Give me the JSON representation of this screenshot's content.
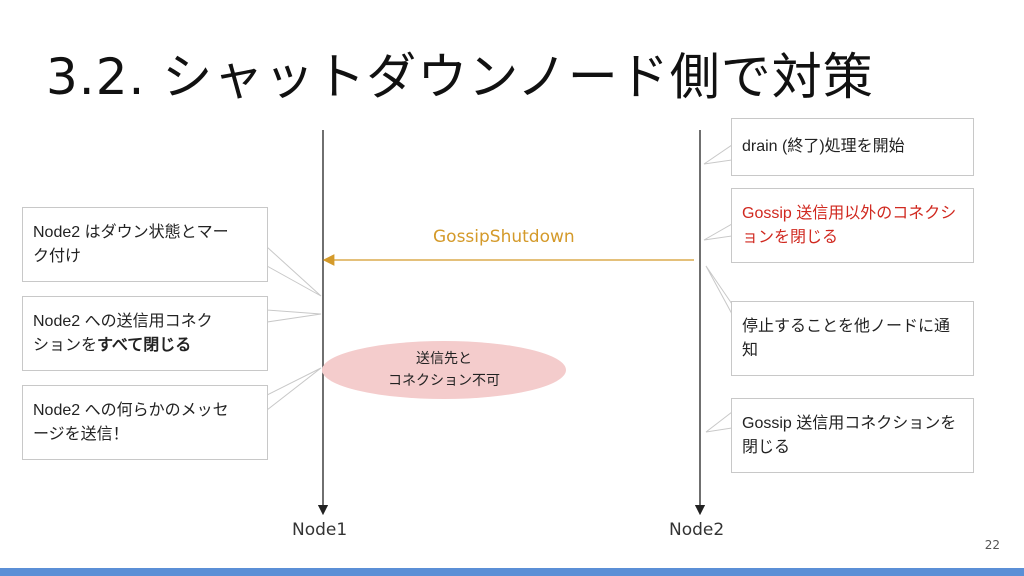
{
  "title": "3.2. シャットダウンノード側で対策",
  "nodes": {
    "node1": "Node1",
    "node2": "Node2"
  },
  "message": {
    "label": "GossipShutdown",
    "color": "#d49a2a"
  },
  "error_bubble": {
    "line1": "送信先と",
    "line2": "コネクション不可",
    "color": "#f4cccc"
  },
  "left_notes": [
    {
      "text": "Node2 はダウン状態とマーク付け"
    },
    {
      "text_normal": "Node2 への送信用コネク\nションを",
      "text_bold": "すべて閉じる"
    },
    {
      "text": "Node2 への何らかのメッセージを送信！"
    }
  ],
  "right_notes": [
    {
      "text": "drain (終了)処理を開始"
    },
    {
      "text": "Gossip 送信用以外のコネクションを閉じる",
      "color": "#d0281f"
    },
    {
      "text": "停止することを他ノードに通知"
    },
    {
      "text": "Gossip 送信用コネクションを閉じる"
    }
  ],
  "page_number": "22",
  "footer_color": "#5b8fd6"
}
